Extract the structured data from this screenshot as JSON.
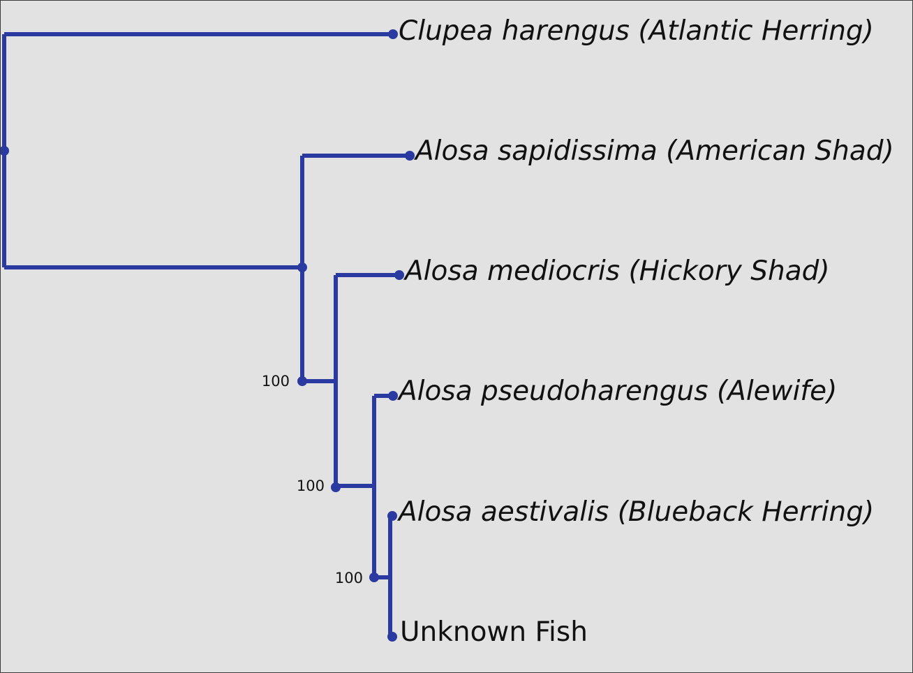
{
  "tree": {
    "line_color": "#2b3aa0",
    "leaves": [
      {
        "label": "Clupea harengus (Atlantic Herring)",
        "italic": true
      },
      {
        "label": "Alosa sapidissima (American Shad)",
        "italic": true
      },
      {
        "label": "Alosa mediocris (Hickory Shad)",
        "italic": true
      },
      {
        "label": "Alosa pseudoharengus (Alewife)",
        "italic": true
      },
      {
        "label": "Alosa aestivalis (Blueback Herring)",
        "italic": true
      },
      {
        "label": "Unknown Fish",
        "italic": false
      }
    ],
    "support_values": [
      "100",
      "100",
      "100"
    ]
  }
}
